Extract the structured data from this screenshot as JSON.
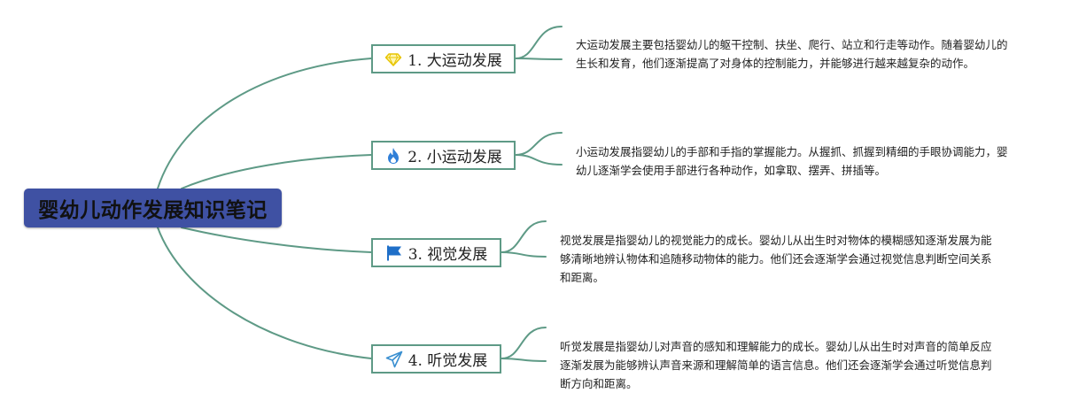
{
  "root": {
    "title": "婴幼儿动作发展知识笔记"
  },
  "branches": [
    {
      "label": "1. 大运动发展",
      "icon": "diamond-icon",
      "description": "大运动发展主要包括婴幼儿的躯干控制、扶坐、爬行、站立和行走等动作。随着婴幼儿的生长和发育，他们逐渐提高了对身体的控制能力，并能够进行越来越复杂的动作。"
    },
    {
      "label": "2. 小运动发展",
      "icon": "fire-icon",
      "description": "小运动发展指婴幼儿的手部和手指的掌握能力。从握抓、抓握到精细的手眼协调能力，婴幼儿逐渐学会使用手部进行各种动作，如拿取、摆弄、拼插等。"
    },
    {
      "label": "3. 视觉发展",
      "icon": "flag-icon",
      "description": "视觉发展是指婴幼儿的视觉能力的成长。婴幼儿从出生时对物体的模糊感知逐渐发展为能够清晰地辨认物体和追随移动物体的能力。他们还会逐渐学会通过视觉信息判断空间关系和距离。"
    },
    {
      "label": "4. 听觉发展",
      "icon": "paper-plane-icon",
      "description": "听觉发展是指婴幼儿对声音的感知和理解能力的成长。婴幼儿从出生时对声音的简单反应逐渐发展为能够辨认声音来源和理解简单的语言信息。他们还会逐渐学会通过听觉信息判断方向和距离。"
    }
  ],
  "colors": {
    "root_fill": "#3f51a3",
    "connector": "#5e9a86",
    "diamond": "#f2d21a",
    "fire": "#2f7fd8",
    "flag": "#1f6fc8",
    "plane": "#3a8fd0"
  }
}
